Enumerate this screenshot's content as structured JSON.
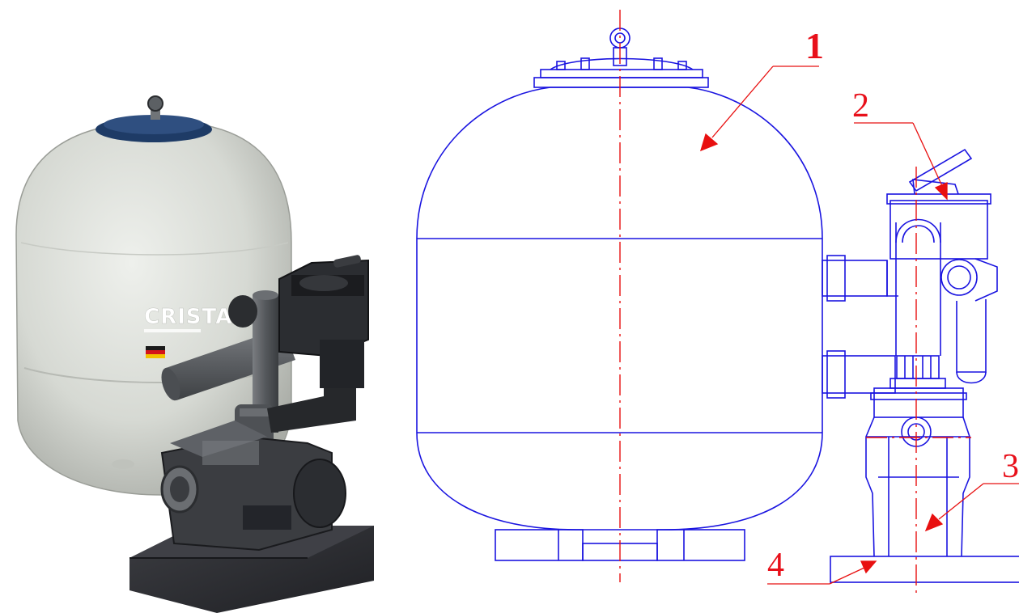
{
  "photo": {
    "brand_text": "CRISTALL",
    "brand_subtext": "",
    "colors": {
      "tank": "#d9dcd7",
      "valve": "#2a2c2f",
      "pipe": "#5e6165",
      "base": "#2f3034"
    }
  },
  "drawing": {
    "line_color": "#1a14e0",
    "centerline_color": "#e81010",
    "callouts": [
      {
        "label": "1"
      },
      {
        "label": "2"
      },
      {
        "label": "3"
      },
      {
        "label": "4"
      }
    ]
  }
}
